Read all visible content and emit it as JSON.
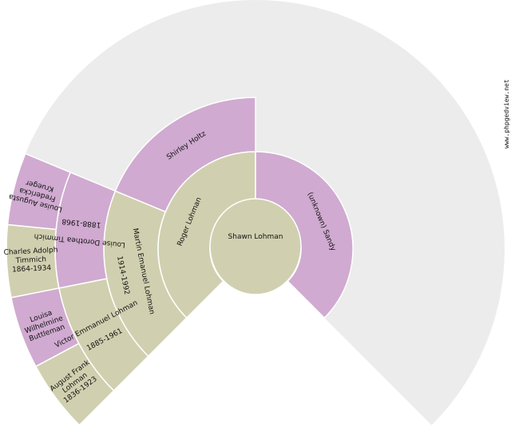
{
  "chart_data": {
    "type": "fan-chart",
    "title": "",
    "root": {
      "name": "Shawn Lohman"
    },
    "colors": {
      "male": "#d0d0b0",
      "female": "#d0aad0",
      "empty": "#ececec",
      "background": "#ffffff",
      "text": "#111111",
      "separator": "#ffffff"
    },
    "geometry": {
      "center": [
        320,
        312
      ],
      "radii": [
        57,
        122,
        190,
        251,
        312
      ],
      "start_angle_deg": -135,
      "end_angle_deg": 135
    },
    "generations": [
      [
        {
          "slot": 0,
          "sex": "male",
          "lines": [
            "Roger Lohman"
          ]
        },
        {
          "slot": 1,
          "sex": "female",
          "lines": [
            "(unknown) Sandy"
          ]
        }
      ],
      [
        {
          "slot": 0,
          "sex": "male",
          "lines": [
            "Martin Emanuel Lohman",
            "1914-1992"
          ]
        },
        {
          "slot": 1,
          "sex": "female",
          "lines": [
            "Shirley Holtz"
          ]
        },
        {
          "slot": 2,
          "sex": "empty",
          "lines": []
        },
        {
          "slot": 3,
          "sex": "empty",
          "lines": []
        }
      ],
      [
        {
          "slot": 0,
          "sex": "male",
          "lines": [
            "Victor Emmanuel Lohman",
            "1885-1961"
          ]
        },
        {
          "slot": 1,
          "sex": "female",
          "lines": [
            "Louise Dorothea Timmich",
            "1888-1968"
          ]
        }
      ],
      [
        {
          "slot": 0,
          "sex": "male",
          "lines": [
            "August Frank",
            "Lohman",
            "1836-1923"
          ]
        },
        {
          "slot": 1,
          "sex": "female",
          "lines": [
            "Louisa",
            "Wilhelmine",
            "Buttleman"
          ]
        },
        {
          "slot": 2,
          "sex": "male",
          "lines": [
            "Charles Adolph",
            "Timmich",
            "1864-1934"
          ]
        },
        {
          "slot": 3,
          "sex": "female",
          "lines": [
            "Louise Augusta",
            "Fredericka",
            "Krueger"
          ]
        }
      ]
    ]
  },
  "watermark": "www.phpgedview.net"
}
